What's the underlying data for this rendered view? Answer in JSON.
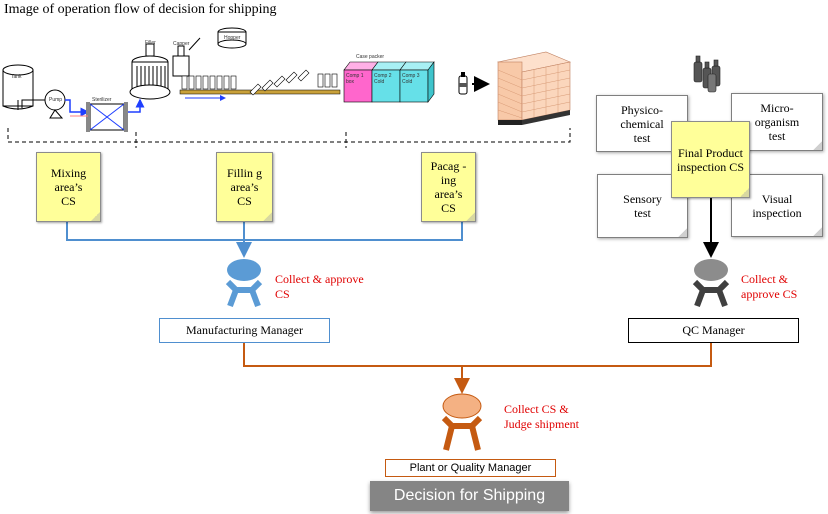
{
  "title": "Image of operation flow of decision for shipping",
  "process": {
    "tank": "Tank",
    "pump": "Pump",
    "sterilizer": "Sterilizer",
    "filler": "Filler",
    "capper": "Capper",
    "hopper": "Hopper",
    "case_packer": "Case packer",
    "comp1": "Comp 1 box",
    "comp2": "Comp 2 Cold",
    "comp3": "Comp 3 Cold"
  },
  "area_notes": [
    {
      "text": "Mixing area’s CS"
    },
    {
      "text": "Fillin g area’s CS"
    },
    {
      "text": "Pacag -ing area’s CS"
    }
  ],
  "inspection": {
    "physico": "Physico- chemical test",
    "micro": "Micro- organism test",
    "sensory": "Sensory test",
    "visual": "Visual inspection",
    "final": "Final Product inspection CS"
  },
  "managers": {
    "manufacturing": {
      "label": "Manufacturing Manager",
      "action": "Collect & approve CS"
    },
    "qc": {
      "label": "QC Manager",
      "action": "Collect & approve CS"
    },
    "plant": {
      "label": "Plant or Quality Manager",
      "action": "Collect CS & Judge shipment"
    }
  },
  "decision": "Decision for Shipping",
  "colors": {
    "note_fill": "#ffff99",
    "mfg_blue": "#5b9bd5",
    "mfg_line": "#4f8fcf",
    "qc_gray": "#808080",
    "qc_dark": "#404040",
    "plant_orange": "#c55a11",
    "plant_head": "#f4b183",
    "action_red": "#e00000",
    "decision_fill": "#858585",
    "comp_pink": "#ff66cc",
    "comp_cyan": "#66e0e8"
  }
}
